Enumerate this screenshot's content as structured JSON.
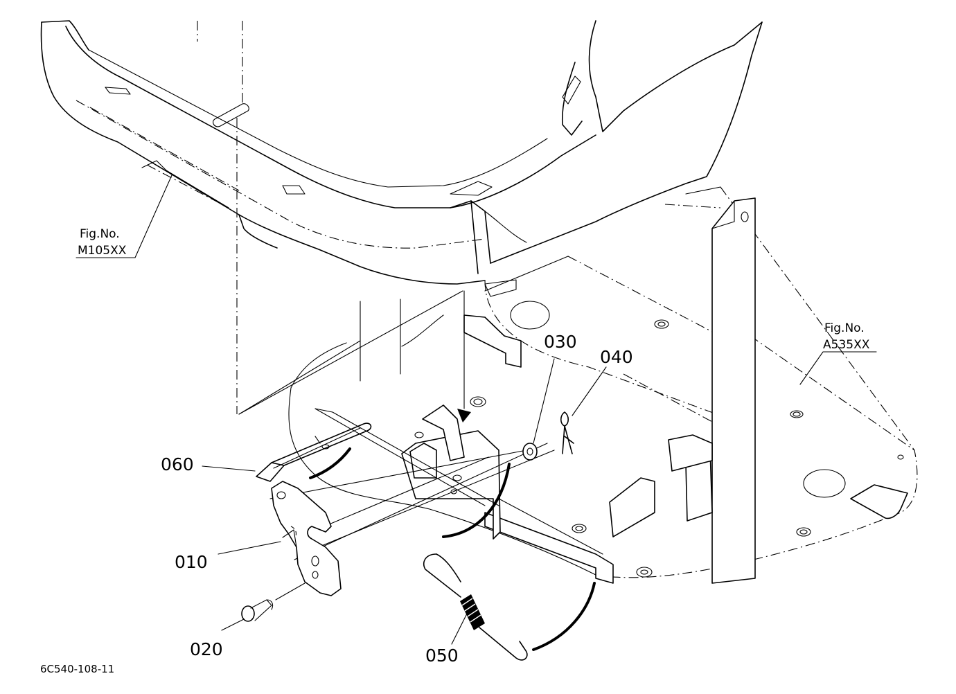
{
  "parts": [
    {
      "number": "010"
    },
    {
      "number": "020"
    },
    {
      "number": "030"
    },
    {
      "number": "040"
    },
    {
      "number": "050"
    },
    {
      "number": "060"
    }
  ],
  "figure_refs": [
    {
      "line1": "Fig.No.",
      "line2": "M105XX"
    },
    {
      "line1": "Fig.No.",
      "line2": "A535XX"
    }
  ],
  "drawing_code": "6C540-108-11",
  "colors": {
    "ink": "#000000",
    "paper": "#ffffff"
  }
}
